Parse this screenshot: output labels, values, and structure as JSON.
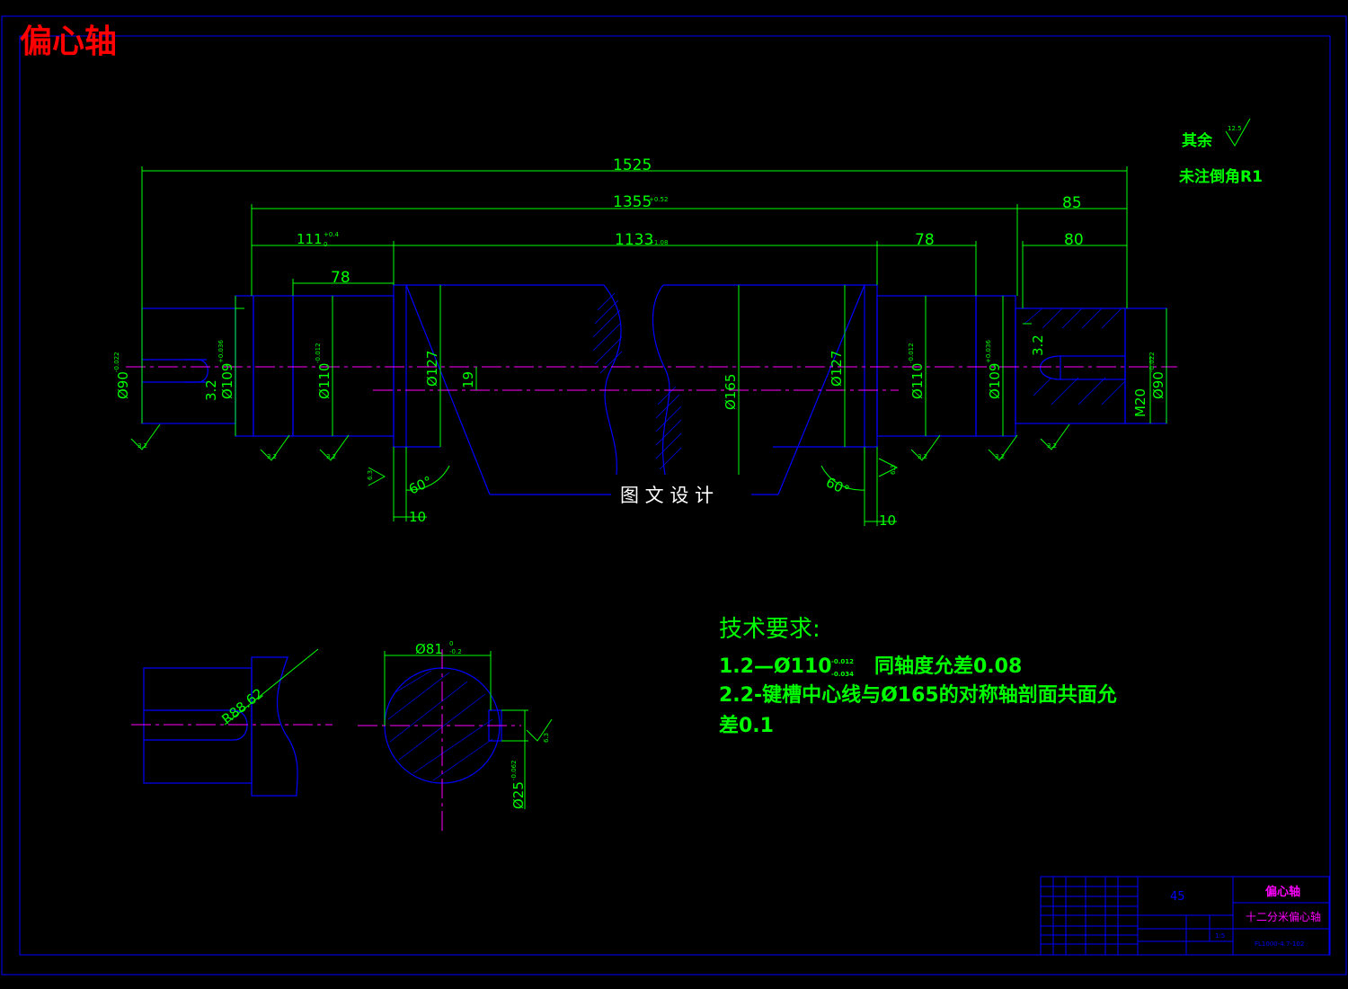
{
  "drawing": {
    "title": "偏心轴",
    "watermark": "图 文 设 计",
    "colors": {
      "background": "#000000",
      "outline": "#0000ff",
      "dimension": "#00ff00",
      "centerline": "#ff00ff",
      "title": "#ff0000",
      "text": "#ffffff"
    }
  },
  "notes": {
    "surface_roughness_label": "其余",
    "surface_roughness_value": "12.5",
    "chamfer_note": "未注倒角R1"
  },
  "dimensions": {
    "overall_length": "1525",
    "length_1355": "1355",
    "length_1355_tol": "+0.52",
    "length_111": "111",
    "length_111_upper": "+0.4",
    "length_111_lower": "0",
    "length_1133": "1133",
    "length_1133_tol": "+1.08",
    "left_step_78": "78",
    "right_step_78": "78",
    "right_end_85": "85",
    "right_end_80": "80",
    "left_dia_90": "Ø90",
    "left_dia_90_tol": "-0.022",
    "left_dia_109": "Ø109",
    "left_dia_109_tol": "+0.036",
    "left_dia_110": "Ø110",
    "left_dia_110_tol": "-0.012",
    "left_dia_127": "Ø127",
    "eccentricity": "19",
    "center_dia_165": "Ø165",
    "right_dia_127": "Ø127",
    "right_dia_110": "Ø110",
    "right_dia_110_tol": "-0.012",
    "right_dia_109": "Ø109",
    "right_dia_109_tol": "+0.036",
    "right_dia_90": "Ø90",
    "right_dia_90_tol": "-0.022",
    "keyway_depth": "3.2",
    "thread": "M20",
    "angle_left": "60°",
    "angle_right": "60°",
    "collar_left": "10",
    "collar_right": "10",
    "roughness_32": "3.2",
    "roughness_63": "6.3"
  },
  "section": {
    "radius": "R88.62",
    "section_dia": "Ø81",
    "section_dia_upper": "0",
    "section_dia_lower": "-0.2",
    "keyway_width": "Ø25",
    "keyway_width_tol": "-0.062",
    "roughness": "6.3"
  },
  "tech_requirements": {
    "heading": "技术要求:",
    "line1_prefix": "1.2—Ø110",
    "line1_upper": "-0.012",
    "line1_lower": "-0.034",
    "line1_suffix": "同轴度允差0.08",
    "line2": "2.2-键槽中心线与Ø165的对称轴剖面共面允",
    "line3": "差0.1"
  },
  "title_block": {
    "material": "45",
    "part_name": "偏心轴",
    "assembly": "十二分米偏心轴",
    "drawing_no": "FL1000-4.7-102",
    "scale": "1:5"
  }
}
